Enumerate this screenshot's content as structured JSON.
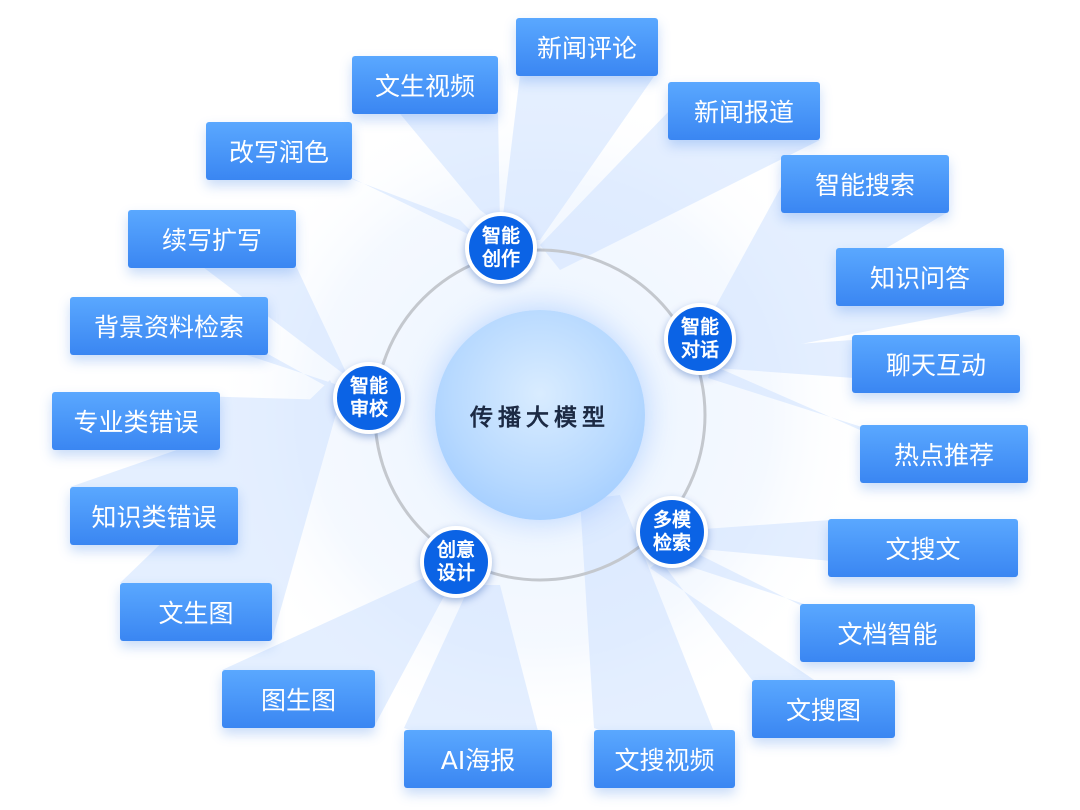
{
  "diagram": {
    "center": {
      "label": "传播大模型"
    },
    "categories": [
      {
        "id": "create",
        "line1": "智能",
        "line2": "创作"
      },
      {
        "id": "dialog",
        "line1": "智能",
        "line2": "对话"
      },
      {
        "id": "search",
        "line1": "多模",
        "line2": "检索"
      },
      {
        "id": "design",
        "line1": "创意",
        "line2": "设计"
      },
      {
        "id": "review",
        "line1": "智能",
        "line2": "审校"
      }
    ],
    "leaves": [
      "新闻评论",
      "新闻报道",
      "智能搜索",
      "知识问答",
      "聊天互动",
      "热点推荐",
      "文搜文",
      "文档智能",
      "文搜图",
      "文搜视频",
      "AI海报",
      "图生图",
      "文生图",
      "知识类错误",
      "专业类错误",
      "背景资料检索",
      "续写扩写",
      "改写润色",
      "文生视频"
    ],
    "colors": {
      "category": "#0b63e5",
      "leaf": "#3a86f2",
      "ring": "#c4c8ce",
      "center": "#b7d9ff"
    }
  }
}
